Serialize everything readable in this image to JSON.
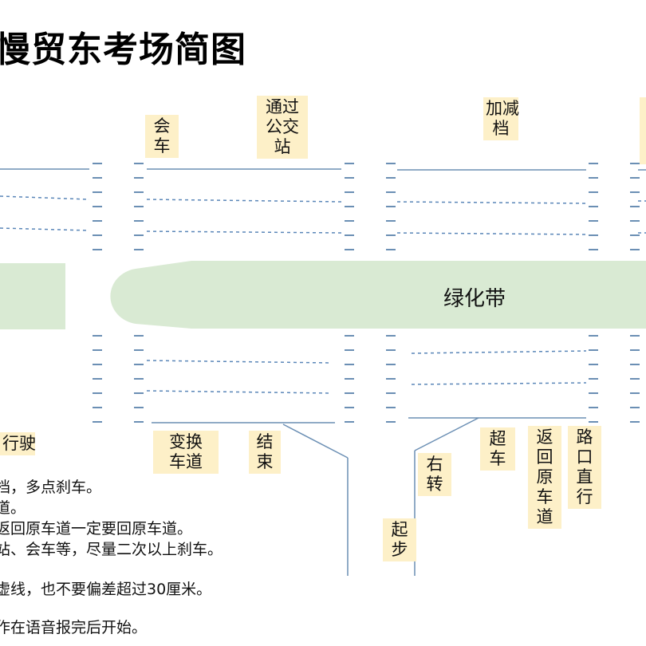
{
  "title": "慢贸东考场简图",
  "green_belt_label": "绿化带",
  "labels": {
    "meet": "会\n车",
    "bus_stop": "通过\n公交\n站",
    "accelerate": "加减\n档",
    "straight_drive": "行驶",
    "lane_change": "变换\n车道",
    "finish": "结\n束",
    "start": "起\n步",
    "right_turn": "右\n转",
    "overtake": "超\n车",
    "return_lane": "返\n回\n原\n车\n道",
    "intersection": "路\n口\n直\n行"
  },
  "notes": [
    "档，多点刹车。",
    "道。",
    "返回原车道一定要回原车道。",
    "站、会车等，尽量二次以上刹车。",
    "虚线，也不要偏差超过30厘米。",
    "作在语音报完后开始。"
  ],
  "colors": {
    "road_line": "#6b8fb4",
    "dash_line": "#5a86b8",
    "green_belt": "#d9ead3",
    "label_bg": "#fdf0c8"
  }
}
